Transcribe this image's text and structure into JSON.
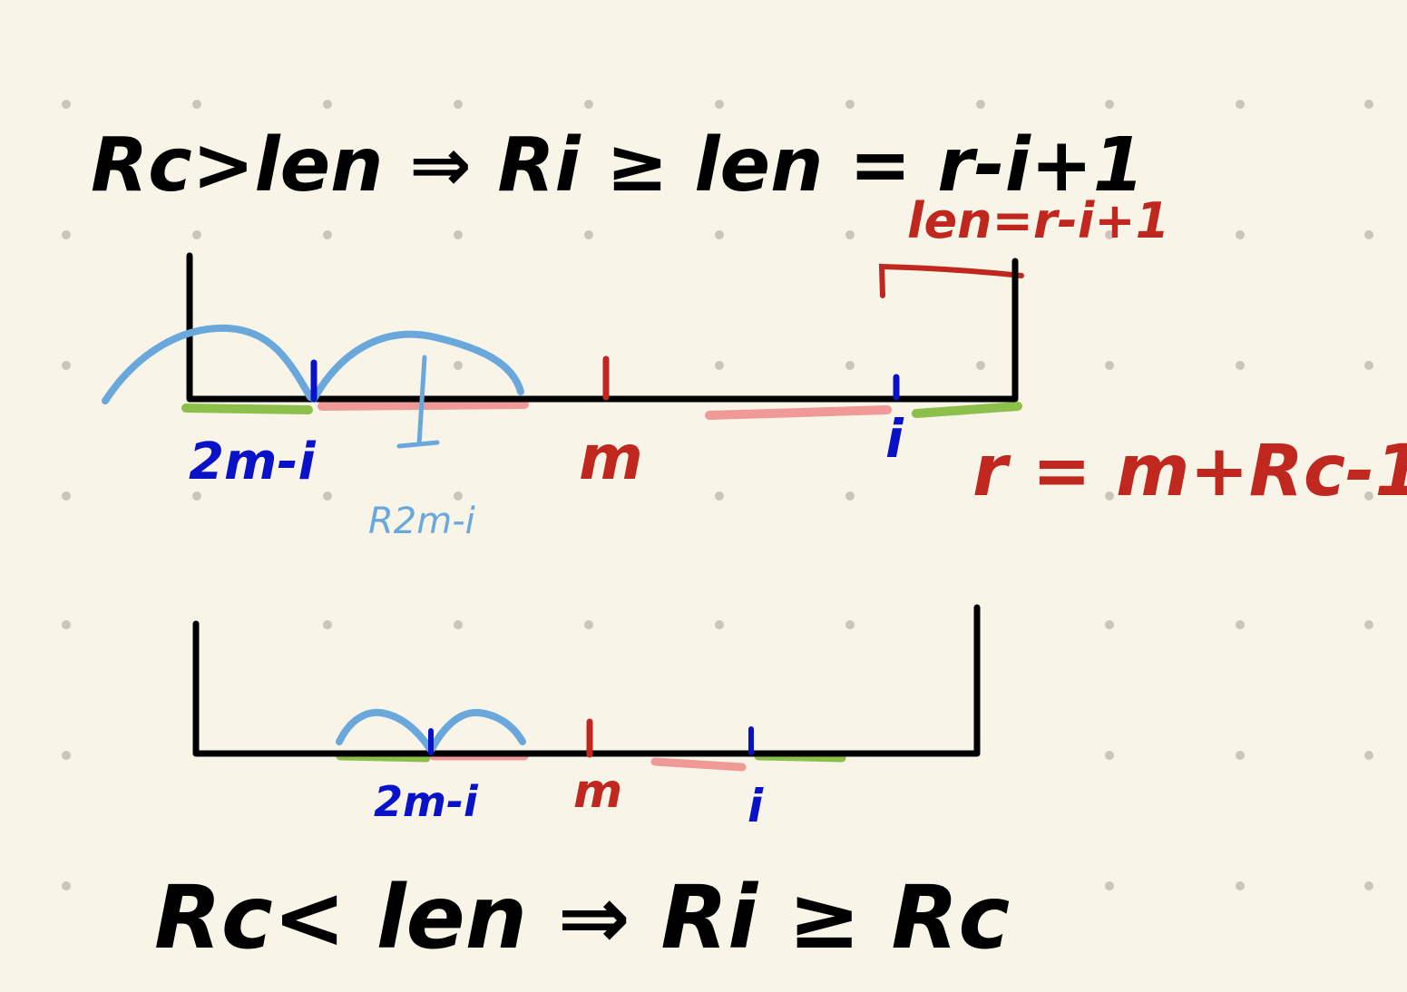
{
  "colors": {
    "background": "#f8f5e8",
    "black": "#000000",
    "red": "#c0281f",
    "blue": "#0a12c8",
    "light_blue": "#6aa8dc",
    "green": "#8cc04a",
    "pink": "#ef9a96",
    "dot": "#c8c6bd"
  },
  "top_formula": "Rc>len  ⇒ Ri ≥ len = r-i+1",
  "len_annotation": "len=r-i+1",
  "r_formula": "r = m+Rc-1",
  "bottom_formula": "Rc< len ⇒ Ri ≥ Rc",
  "diagram_top": {
    "left_mirror_label": "2m-i",
    "mirror_radius_label": "R2m-i",
    "center_label": "m",
    "right_label": "i"
  },
  "diagram_bottom": {
    "left_mirror_label": "2m-i",
    "center_label": "m",
    "right_label": "i"
  }
}
